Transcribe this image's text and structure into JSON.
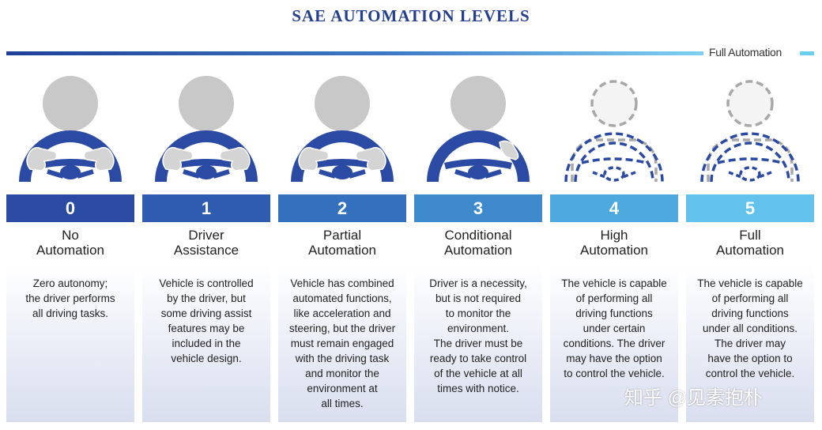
{
  "title": "SAE AUTOMATION LEVELS",
  "scale_label": "Full Automation",
  "colors": {
    "title": "#243f8f",
    "head": "#c8c8c8",
    "hands": "#d4d4d4",
    "wheel": "#2a4aa3"
  },
  "levels": [
    {
      "number": "0",
      "name": "No\nAutomation",
      "color": "#2a4aa3",
      "icon": "driver-hands-on-wheel-icon",
      "description": "Zero autonomy;\nthe driver performs\nall driving tasks."
    },
    {
      "number": "1",
      "name": "Driver\nAssistance",
      "color": "#2f5cb0",
      "icon": "driver-hands-on-wheel-icon",
      "description": "Vehicle is controlled\nby the driver, but\nsome driving assist\nfeatures may be\nincluded in the\nvehicle design."
    },
    {
      "number": "2",
      "name": "Partial\nAutomation",
      "color": "#3570be",
      "icon": "driver-hands-on-wheel-icon",
      "description": "Vehicle has combined\nautomated functions,\nlike acceleration and\nsteering, but the driver\nmust remain engaged\nwith the driving task\nand monitor the\nenvironment at\nall times."
    },
    {
      "number": "3",
      "name": "Conditional\nAutomation",
      "color": "#3f8acd",
      "icon": "driver-hands-off-wheel-icon",
      "description": "Driver is a necessity,\nbut is not required\nto monitor the\nenvironment.\nThe driver must be\nready to take control\nof the vehicle at all\ntimes with notice."
    },
    {
      "number": "4",
      "name": "High\nAutomation",
      "color": "#4ea9de",
      "icon": "dashed-driver-icon",
      "description": "The vehicle is capable\nof performing all\ndriving functions\nunder certain\nconditions. The driver\nmay have the option\nto control the vehicle."
    },
    {
      "number": "5",
      "name": "Full\nAutomation",
      "color": "#62c2ec",
      "icon": "dashed-driver-icon",
      "description": "The vehicle is capable\nof performing all\ndriving functions\nunder all conditions.\nThe driver may\nhave the option to\ncontrol the vehicle."
    }
  ],
  "watermark": "知乎 @见素抱朴"
}
